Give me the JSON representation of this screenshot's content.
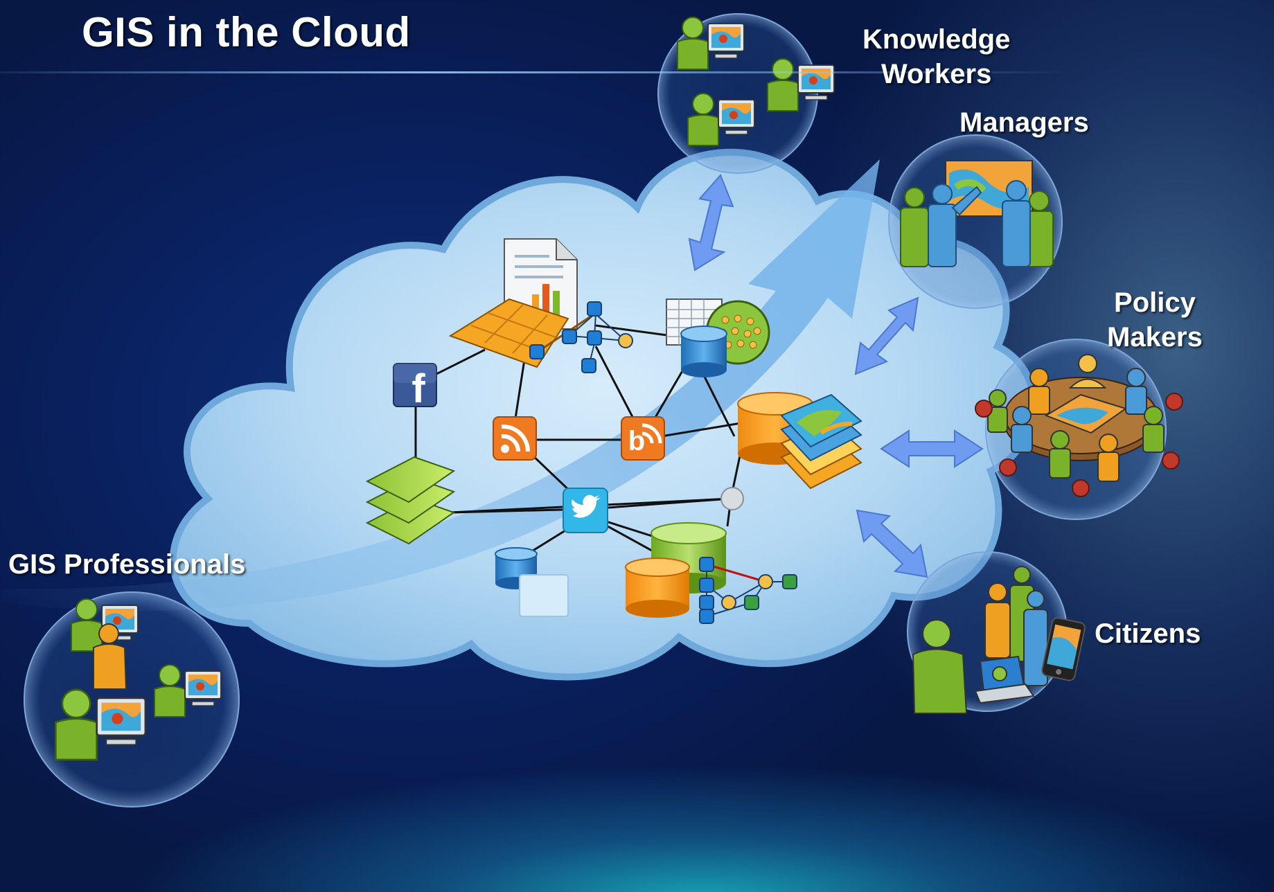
{
  "title": "GIS in the Cloud",
  "audiences": {
    "knowledge_workers": {
      "line1": "Knowledge",
      "line2": "Workers"
    },
    "managers": {
      "label": "Managers"
    },
    "policy_makers": {
      "line1": "Policy",
      "line2": "Makers"
    },
    "citizens": {
      "label": "Citizens"
    },
    "gis_professionals": {
      "label": "GIS Professionals"
    }
  },
  "cloud_icons": {
    "social": [
      "facebook",
      "rss",
      "blog",
      "twitter"
    ],
    "data": [
      "document-chart",
      "map-sheet",
      "network-graph",
      "table",
      "database",
      "point-layer",
      "layers-stack",
      "map-layers",
      "graph-nodes"
    ]
  },
  "colors": {
    "cloud": "#a9d2f0",
    "arrow": "#6f9cf0",
    "person_green": "#7fb82a",
    "person_blue": "#4b9bd8",
    "person_orange": "#f0a020",
    "accent_orange": "#f5a623"
  }
}
